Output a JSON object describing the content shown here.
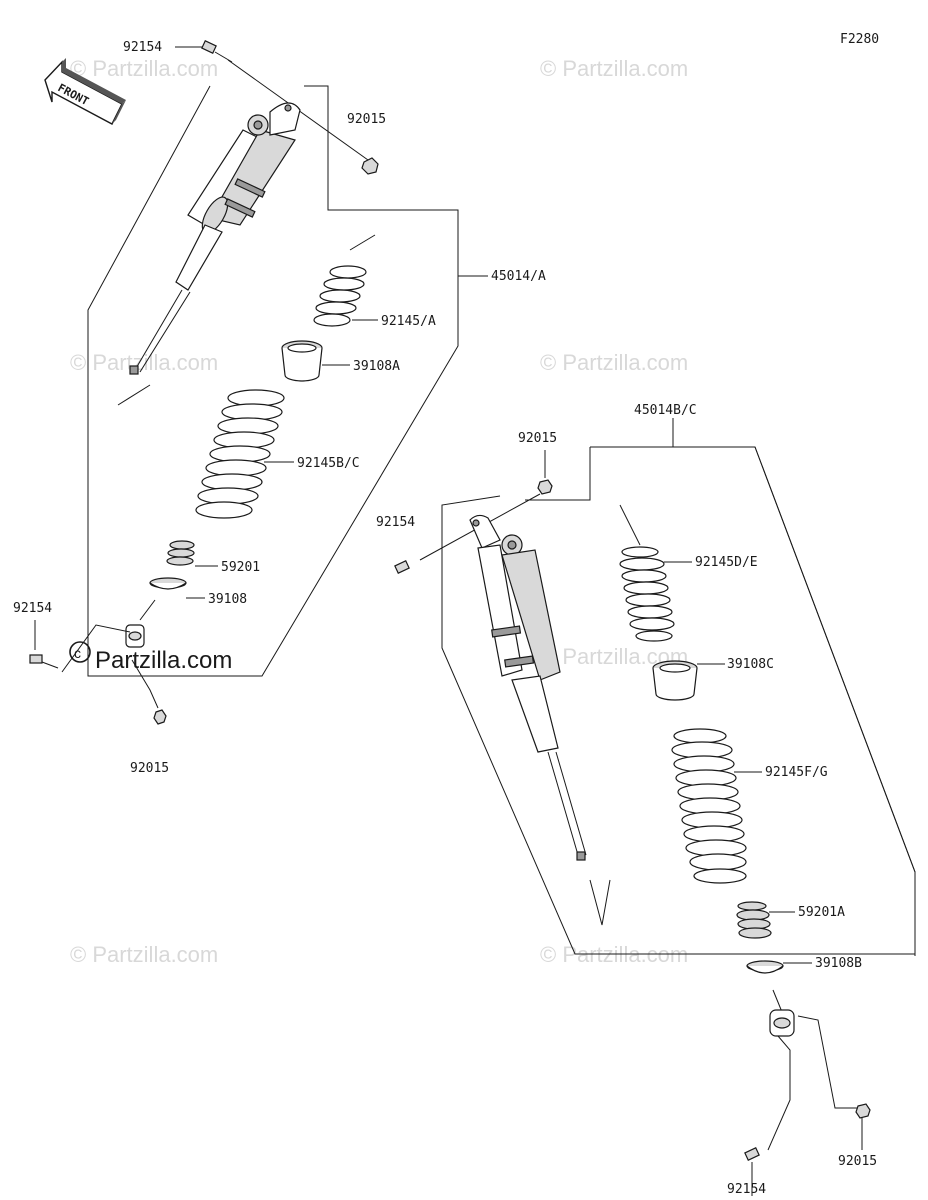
{
  "figure_code": "F2280",
  "front_label": "FRONT",
  "watermarks": {
    "light": "© Partzilla.com",
    "strong": "Partzilla.com"
  },
  "labels": {
    "top_bolt": "92154",
    "top_nut": "92015",
    "assembly_a": "45014/A",
    "spring_small_a": "92145/A",
    "collar_a": "39108A",
    "spring_main_bc": "92145B/C",
    "bumper": "59201",
    "seat": "39108",
    "bottom_bolt_left": "92154",
    "bottom_nut_left": "92015",
    "assembly_bc": "45014B/C",
    "nut_right_top": "92015",
    "bolt_right_top": "92154",
    "spring_de": "92145D/E",
    "collar_c": "39108C",
    "spring_fg": "92145F/G",
    "bumper_a": "59201A",
    "seat_b": "39108B",
    "nut_right_bottom": "92015",
    "bolt_right_bottom": "92154"
  }
}
